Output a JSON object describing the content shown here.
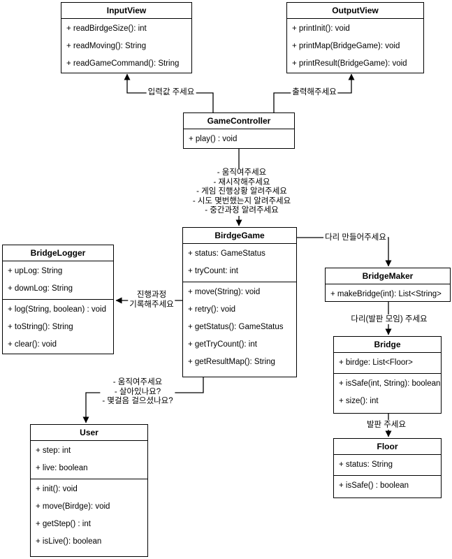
{
  "diagram": {
    "kind": "uml-class-diagram",
    "colors": {
      "line": "#000000",
      "box_fill": "#ffffff",
      "background": "#ffffff",
      "text": "#000000"
    }
  },
  "classes": {
    "inputView": {
      "title": "InputView",
      "methods": [
        "+ readBirdgeSize(): int",
        "+ readMoving(): String",
        "+ readGameCommand(): String"
      ]
    },
    "outputView": {
      "title": "OutputView",
      "methods": [
        "+ printInit(): void",
        "+ printMap(BridgeGame): void",
        "+ printResult(BridgeGame): void"
      ]
    },
    "gameController": {
      "title": "GameController",
      "methods": [
        "+ play() : void"
      ]
    },
    "birdgeGame": {
      "title": "BirdgeGame",
      "attributes": [
        "+ status: GameStatus",
        "+ tryCount: int"
      ],
      "methods": [
        "+ move(String): void",
        "+ retry(): void",
        "+ getStatus(): GameStatus",
        "+ getTryCount(): int",
        "+ getResultMap(): String"
      ]
    },
    "bridgeLogger": {
      "title": "BridgeLogger",
      "attributes": [
        "+ upLog: String",
        "+ downLog: String"
      ],
      "methods": [
        "+ log(String, boolean) : void",
        "+ toString(): String",
        "+ clear(): void"
      ]
    },
    "bridgeMaker": {
      "title": "BridgeMaker",
      "methods": [
        "+ makeBridge(int): List<String>"
      ]
    },
    "bridge": {
      "title": "Bridge",
      "attributes": [
        "+ birdge: List<Floor>"
      ],
      "methods": [
        "+ isSafe(int, String): boolean",
        "+ size(): int"
      ]
    },
    "floor": {
      "title": "Floor",
      "attributes": [
        "+ status: String"
      ],
      "methods": [
        "+ isSafe() : boolean"
      ]
    },
    "user": {
      "title": "User",
      "attributes": [
        "+ step: int",
        "+ live: boolean"
      ],
      "methods": [
        "+ init(): void",
        "+ move(Birdge): void",
        "+ getStep() : int",
        "+ isLive(): boolean"
      ]
    }
  },
  "edges": {
    "controllerToInput": {
      "label": "입력값 주세요"
    },
    "controllerToOutput": {
      "label": "출력해주세요"
    },
    "controllerToGame": {
      "notes": [
        "- 움직여주세요",
        "- 재시작해주세요",
        "- 게임 진행상황 알려주세요",
        "- 시도 몇번했는지 알려주세요",
        "- 중간과정 알려주세요"
      ]
    },
    "gameToLogger": {
      "label_lines": [
        "진행과정",
        "기록해주세요"
      ]
    },
    "gameToMaker": {
      "label": "다리 만들어주세요"
    },
    "makerToBridge": {
      "label": "다리(발판 모임) 주세요"
    },
    "bridgeToFloor": {
      "label": "발판 주세요"
    },
    "gameToUser": {
      "notes": [
        "- 움직여주세요",
        "- 살아있나요?",
        "- 몇걸음 걸으셨나요?"
      ]
    }
  }
}
